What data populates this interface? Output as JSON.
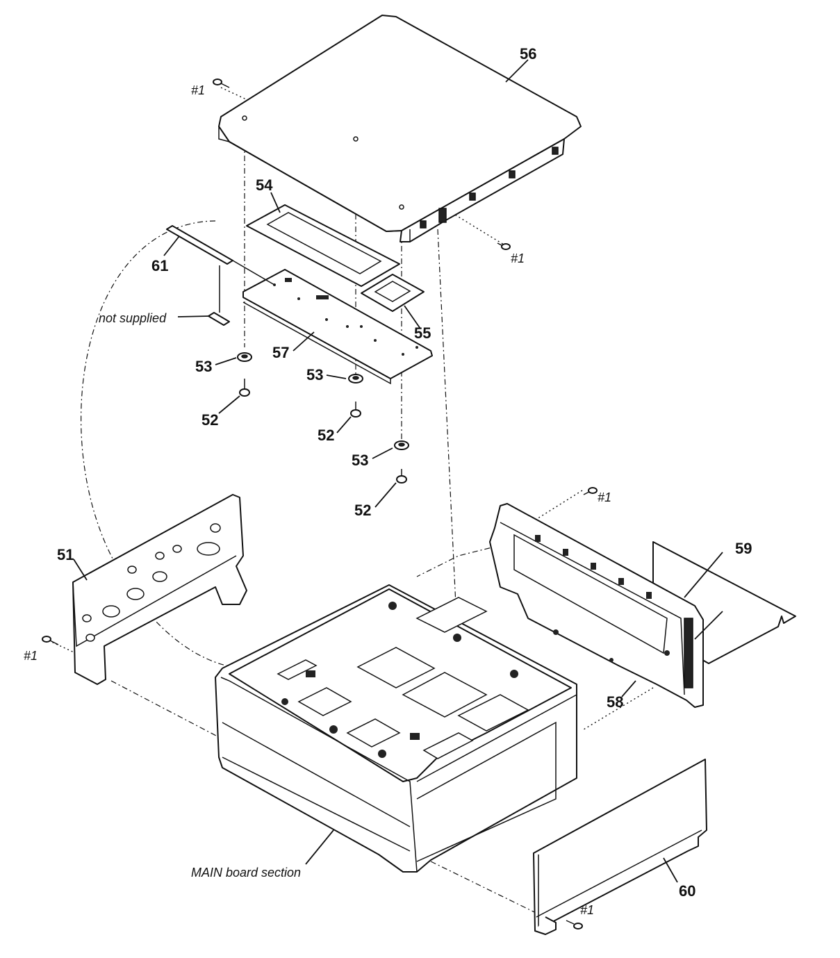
{
  "labels": {
    "p51": "51",
    "p52a": "52",
    "p52b": "52",
    "p52c": "52",
    "p53a": "53",
    "p53b": "53",
    "p53c": "53",
    "p54": "54",
    "p55": "55",
    "p56": "56",
    "p57": "57",
    "p58": "58",
    "p59": "59",
    "p60": "60",
    "p61": "61",
    "screw1": "#1",
    "screw2": "#1",
    "screw3": "#1",
    "screw4": "#1",
    "screw5": "#1"
  },
  "notes": {
    "not_supplied": "not supplied",
    "main_board": "MAIN board section"
  }
}
